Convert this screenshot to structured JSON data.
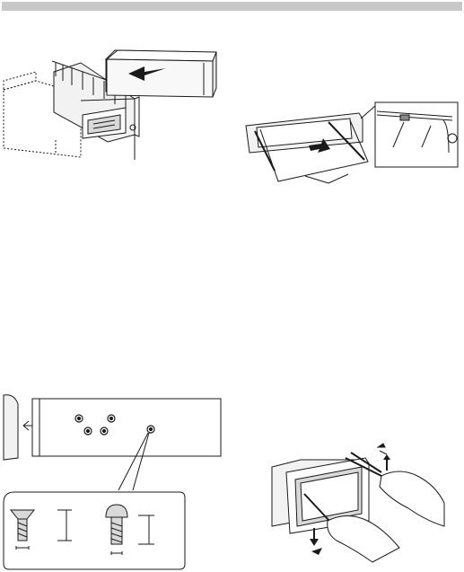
{
  "page": {
    "header_bar_color": "#c8c8c8"
  },
  "figures": [
    {
      "id": "fig-sleeve-slide",
      "icons": [
        "mounting-sleeve-icon",
        "unit-chassis-icon",
        "arrow-left-icon",
        "callout-line-icon"
      ]
    },
    {
      "id": "fig-faceplate-removal",
      "icons": [
        "faceplate-frame-icon",
        "removal-key-icon",
        "arrow-down-icon",
        "detail-inset-icon"
      ]
    },
    {
      "id": "fig-bracket-screws",
      "icons": [
        "bracket-icon",
        "screw-hole-icon",
        "flat-head-screw-icon",
        "round-head-screw-icon",
        "dimension-line-icon"
      ]
    },
    {
      "id": "fig-hands-removal",
      "icons": [
        "unit-housing-icon",
        "hand-icon",
        "removal-key-icon",
        "arrow-up-icon",
        "arrow-down-icon"
      ]
    }
  ],
  "colors": {
    "line": "#1a1a1a",
    "fill_light": "#f2f2f2",
    "fill_mid": "#d9d9d9",
    "fill_dark": "#8a8a8a"
  }
}
